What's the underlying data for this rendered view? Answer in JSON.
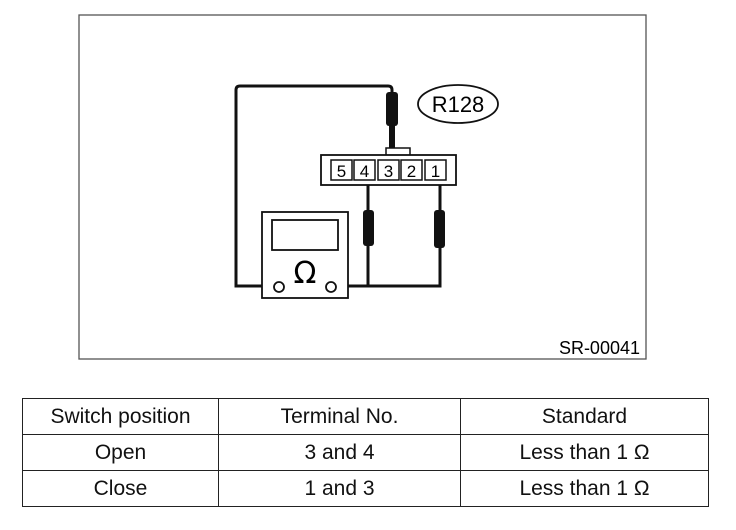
{
  "diagram": {
    "connector_label": "R128",
    "terminals": [
      "5",
      "4",
      "3",
      "2",
      "1"
    ],
    "meter_symbol": "Ω",
    "figure_code": "SR-00041"
  },
  "table": {
    "headers": [
      "Switch position",
      "Terminal No.",
      "Standard"
    ],
    "rows": [
      [
        "Open",
        "3 and 4",
        "Less than 1 Ω"
      ],
      [
        "Close",
        "1 and 3",
        "Less than 1 Ω"
      ]
    ]
  }
}
